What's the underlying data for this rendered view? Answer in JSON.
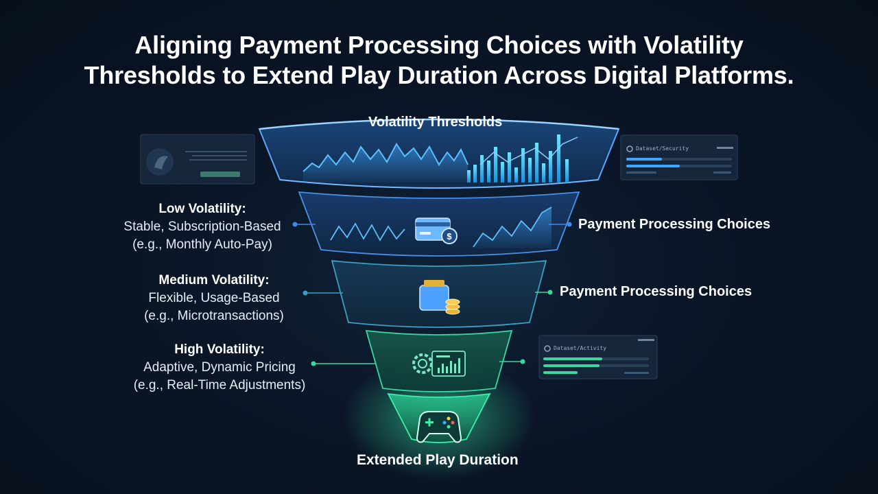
{
  "title": {
    "line1": "Aligning Payment Processing Choices with Volatility",
    "line2": "Thresholds to Extend Play Duration Across Digital Platforms."
  },
  "funnel": {
    "top_label": "Volatility Thresholds",
    "bottom_label": "Extended Play Duration"
  },
  "tiers": [
    {
      "heading": "Low Volatility:",
      "line1": "Stable, Subscription-Based",
      "line2": "(e.g., Monthly Auto-Pay)",
      "right_label": "Payment Processing Choices",
      "icon": "credit-card-icon",
      "color": "#3b8cf0"
    },
    {
      "heading": "Medium Volatility:",
      "line1": "Flexible, Usage-Based",
      "line2": "(e.g., Microtransactions)",
      "right_label": "Payment Processing Choices",
      "icon": "wallet-coins-icon",
      "color": "#3ab0c8"
    },
    {
      "heading": "High Volatility:",
      "line1": "Adaptive, Dynamic Pricing",
      "line2": "(e.g., Real-Time Adjustments)",
      "right_label": "",
      "icon": "gear-dashboard-icon",
      "color": "#38d9a0"
    }
  ],
  "panels": {
    "top_right_title": "Dataset/Security",
    "bottom_right_title": "Dataset/Activity"
  },
  "colors": {
    "background": "#0a1526",
    "blue_accent": "#3b8cf0",
    "green_accent": "#38e6a0"
  }
}
